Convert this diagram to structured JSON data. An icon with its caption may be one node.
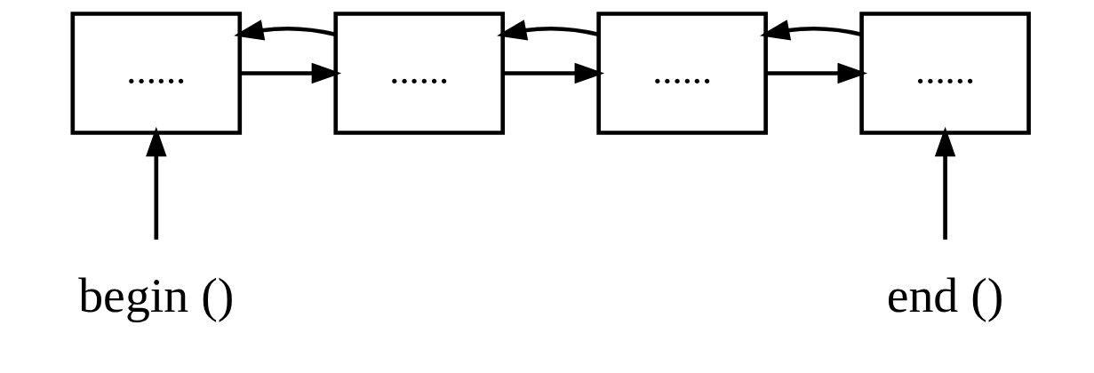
{
  "diagram": {
    "nodes": [
      {
        "text": [
          "......"
        ]
      },
      {
        "text": [
          "......"
        ]
      },
      {
        "text": [
          "......"
        ]
      },
      {
        "text": [
          "......"
        ]
      },
      {
        "text": [
          "begin ()"
        ]
      },
      {
        "text": [
          "end ()"
        ]
      }
    ],
    "edges": [
      {
        "from": 0,
        "to": 1,
        "arrow": "to"
      },
      {
        "from": 1,
        "to": 0,
        "arrow": "to"
      },
      {
        "from": 1,
        "to": 2,
        "arrow": "to"
      },
      {
        "from": 2,
        "to": 1,
        "arrow": "to"
      },
      {
        "from": 2,
        "to": 3,
        "arrow": "to"
      },
      {
        "from": 3,
        "to": 2,
        "arrow": "to"
      },
      {
        "from": 4,
        "to": 0,
        "arrow": "to"
      },
      {
        "from": 5,
        "to": 3,
        "arrow": "to"
      }
    ]
  }
}
